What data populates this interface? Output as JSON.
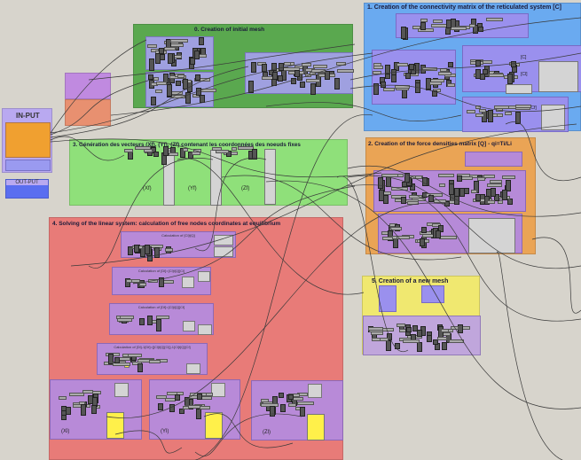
{
  "groups": {
    "g0": {
      "title": "0. Creation of  initial mesh"
    },
    "g1": {
      "title": "1. Creation of the connectivity matrix of the reticulated system [C]",
      "sub_labels": [
        "[C]",
        "[Cl]",
        "[Cf]"
      ]
    },
    "g2": {
      "title": "2. Creation of the force densities matrix [Q] - qi=Ti/Li"
    },
    "g3": {
      "title": "3. Génération des vecteurs (Xf), (Yf), (Zf) contenant les coordonnées des noeuds fixes",
      "labels": [
        "(Xf)",
        "(Yf)",
        "(Zf)"
      ]
    },
    "g4": {
      "title": "4. Solving of the linear system: calculation of free nodes coordinates at equilibrium",
      "subs": [
        "Calculation of [Cl]t[Q]",
        "Calculation of [Dl]=[Cl]t[Q][Cl]",
        "Calculation of [Df]=[Cl]t[Q][Cf]",
        "Calculation of [Dl]-1[Df]=[[Cl]t[Q][Cl]]-1[Cl]t[Q][Cf]"
      ],
      "labels": [
        "(Xl)",
        "(Yl)",
        "(Zl)"
      ]
    },
    "g5": {
      "title": "5. Creation of a new mesh"
    }
  },
  "input": {
    "title": "IN-PUT"
  },
  "output": {
    "title": "OUT-PUT"
  },
  "colors": {
    "bg": "#d7d4cc",
    "green": "#5aa84f",
    "lightgreen": "#8fe07a",
    "blue": "#6aaaf0",
    "orange": "#eaa455",
    "red": "#e87b78",
    "yellow": "#f0e870",
    "purple": "#b48ad8"
  }
}
